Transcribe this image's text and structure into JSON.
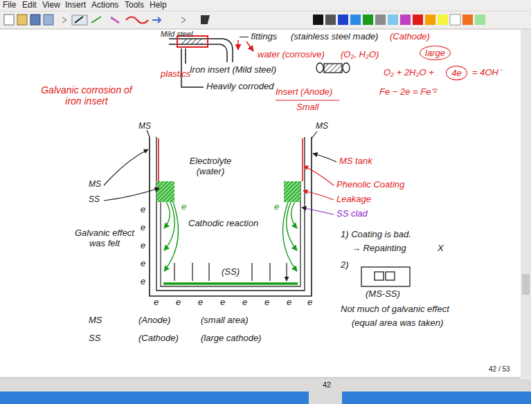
{
  "diagram": {
    "nodes": [
      {
        "text": [
          "large"
        ]
      },
      {
        "text": [
          "4e"
        ]
      }
    ],
    "labels": [
      "File",
      "Edit",
      "View",
      "Insert",
      "Actions",
      "Tools",
      "Help",
      "Mild steel",
      "— fittings",
      "(stainless steel made)",
      "(Cathode)",
      "water (corrosive)",
      "(O₂, H₂O)",
      "plastics",
      "Iron insert (Mild steel)",
      "Heavily corroded",
      "Galvanic corrosion of iron insert",
      "Insert (Anode)",
      "Small",
      "O₂ + 2H₂O +",
      "= 4OH⁻",
      "Fe − 2e = Fe⁺²",
      "MS",
      "MS",
      "MS tank",
      "Electrolyte (water)",
      "Phenolic Coating",
      "Leakage",
      "SS clad",
      "MS",
      "SS",
      "Cathodic reaction",
      "Galvanic effect was felt",
      "1) Coating is bad.",
      "→ Repainting",
      "X",
      "(SS)",
      "2)",
      "MS",
      "(Anode)",
      "(small area)",
      "SS",
      "(Cathode)",
      "(large cathode)",
      "(MS-SS)",
      "Not much of galvanic effect",
      "(equal area was taken)",
      "e",
      "e",
      "e",
      "e",
      "e",
      "e",
      "e",
      "e",
      "e",
      "e",
      "e",
      "e",
      "e",
      "e",
      "e",
      "42 / 53",
      "42"
    ]
  }
}
